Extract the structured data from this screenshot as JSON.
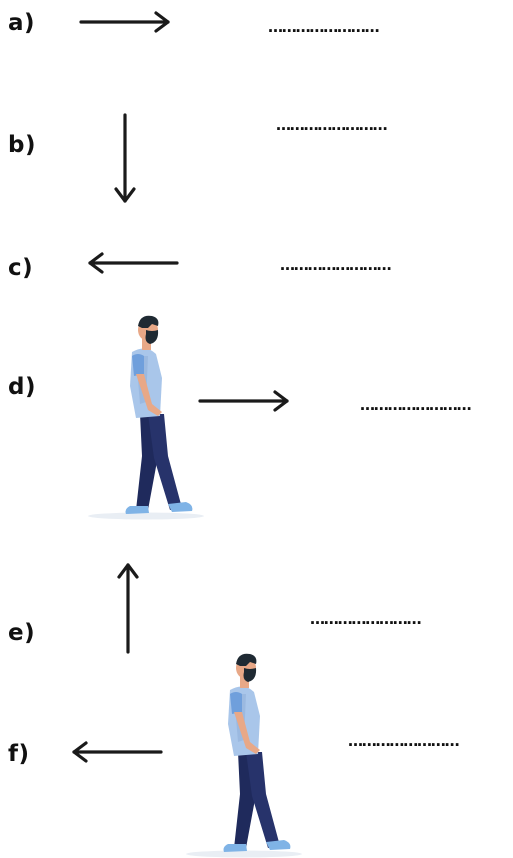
{
  "exercises": [
    {
      "label": "a)",
      "direction": "right",
      "answer_blank": "……………………",
      "figure": null
    },
    {
      "label": "b)",
      "direction": "down",
      "answer_blank": "……………………",
      "figure": null
    },
    {
      "label": "c)",
      "direction": "left",
      "answer_blank": "……………………",
      "figure": null
    },
    {
      "label": "d)",
      "direction": "right",
      "answer_blank": "……………………",
      "figure": "walking-man-icon"
    },
    {
      "label": "e)",
      "direction": "up",
      "answer_blank": "……………………",
      "figure": null
    },
    {
      "label": "f)",
      "direction": "left",
      "answer_blank": "……………………",
      "figure": "walking-man-icon"
    }
  ],
  "colors": {
    "arrow": "#1a1a1a",
    "shirt": "#a9c6ea",
    "sleeve": "#6f9fdc",
    "pants": "#27336b",
    "skin": "#e8a887",
    "hair": "#1f2a33",
    "shoes": "#7fb3e6"
  }
}
